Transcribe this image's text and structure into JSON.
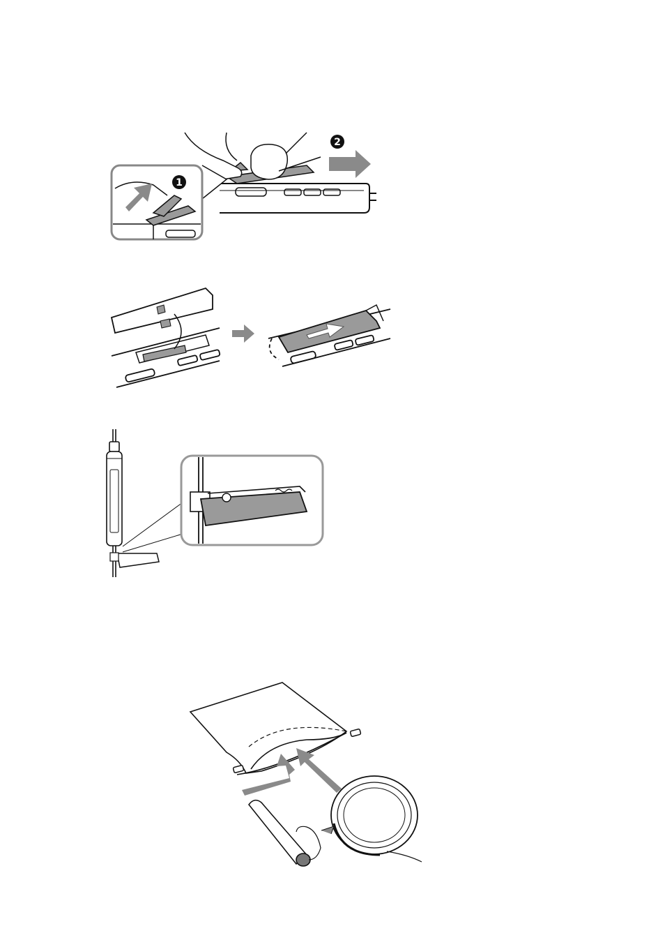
{
  "page": {
    "background": "#ffffff",
    "line_color": "#111111",
    "arrow_color": "#8a8a8a",
    "clip_color": "#9a9a9a"
  },
  "figures": [
    {
      "id": "clip-removal",
      "step_badges": [
        "1",
        "2"
      ],
      "icons": [
        "hand-icon",
        "clip-icon",
        "arrow-right-icon",
        "arrow-up-icon",
        "zoom-inset"
      ]
    },
    {
      "id": "clip-attach",
      "icons": [
        "clip-icon",
        "arrow-right-icon",
        "remote-body"
      ]
    },
    {
      "id": "remote-clip",
      "icons": [
        "remote-control",
        "cable",
        "clip-icon",
        "zoom-inset"
      ]
    },
    {
      "id": "carrying-pouch",
      "icons": [
        "pouch",
        "drawstring",
        "remote-control",
        "cd-player",
        "arrow-up-icon"
      ]
    }
  ]
}
